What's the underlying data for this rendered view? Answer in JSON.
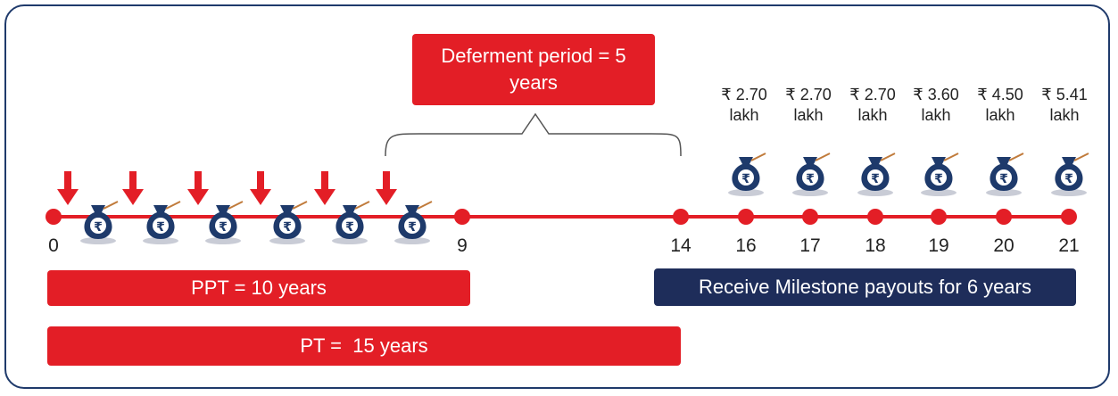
{
  "deferment_label": "Deferment period = 5 years",
  "ppt_label": "PPT = 10 years",
  "pt_label": "PT =  15 years",
  "payout_label": "Receive Milestone payouts for 6 years",
  "timeline_ticks": [
    "0",
    "9",
    "14",
    "16",
    "17",
    "18",
    "19",
    "20",
    "21"
  ],
  "payouts": [
    {
      "amount": "₹ 2.70",
      "unit": "lakh"
    },
    {
      "amount": "₹ 2.70",
      "unit": "lakh"
    },
    {
      "amount": "₹ 2.70",
      "unit": "lakh"
    },
    {
      "amount": "₹ 3.60",
      "unit": "lakh"
    },
    {
      "amount": "₹ 4.50",
      "unit": "lakh"
    },
    {
      "amount": "₹ 5.41",
      "unit": "lakh"
    }
  ],
  "rupee_symbol": "₹",
  "colors": {
    "red": "#e31e26",
    "navy": "#1e2d5a",
    "frame": "#1f3a6b"
  }
}
